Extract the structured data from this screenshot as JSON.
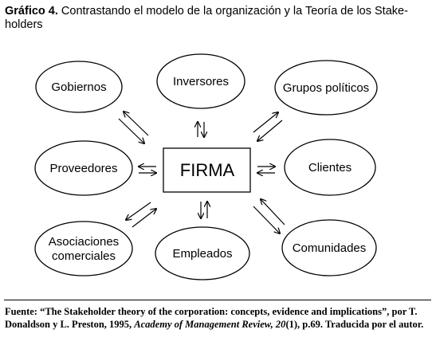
{
  "caption": {
    "label": "Gráfico 4.",
    "text": " Contrastando el modelo de la organización y la Teoría de los Stake-holders"
  },
  "center": {
    "label": "FIRMA"
  },
  "stakeholders": {
    "gobiernos": [
      "Gobiernos"
    ],
    "inversores": [
      "Inversores"
    ],
    "grupos": [
      "Grupos políticos"
    ],
    "proveedores": [
      "Proveedores"
    ],
    "clientes": [
      "Clientes"
    ],
    "asociaciones": [
      "Asociaciones",
      "comerciales"
    ],
    "empleados": [
      "Empleados"
    ],
    "comunidades": [
      "Comunidades"
    ]
  },
  "source": {
    "part1": "Fuente: “The Stakeholder theory of the corporation: concepts, evidence and implications”, por T. Donaldson y L. Preston, 1995, ",
    "journal": "Academy of Management Review, 20",
    "part2": "(1), p.69. Traducida por el autor."
  }
}
